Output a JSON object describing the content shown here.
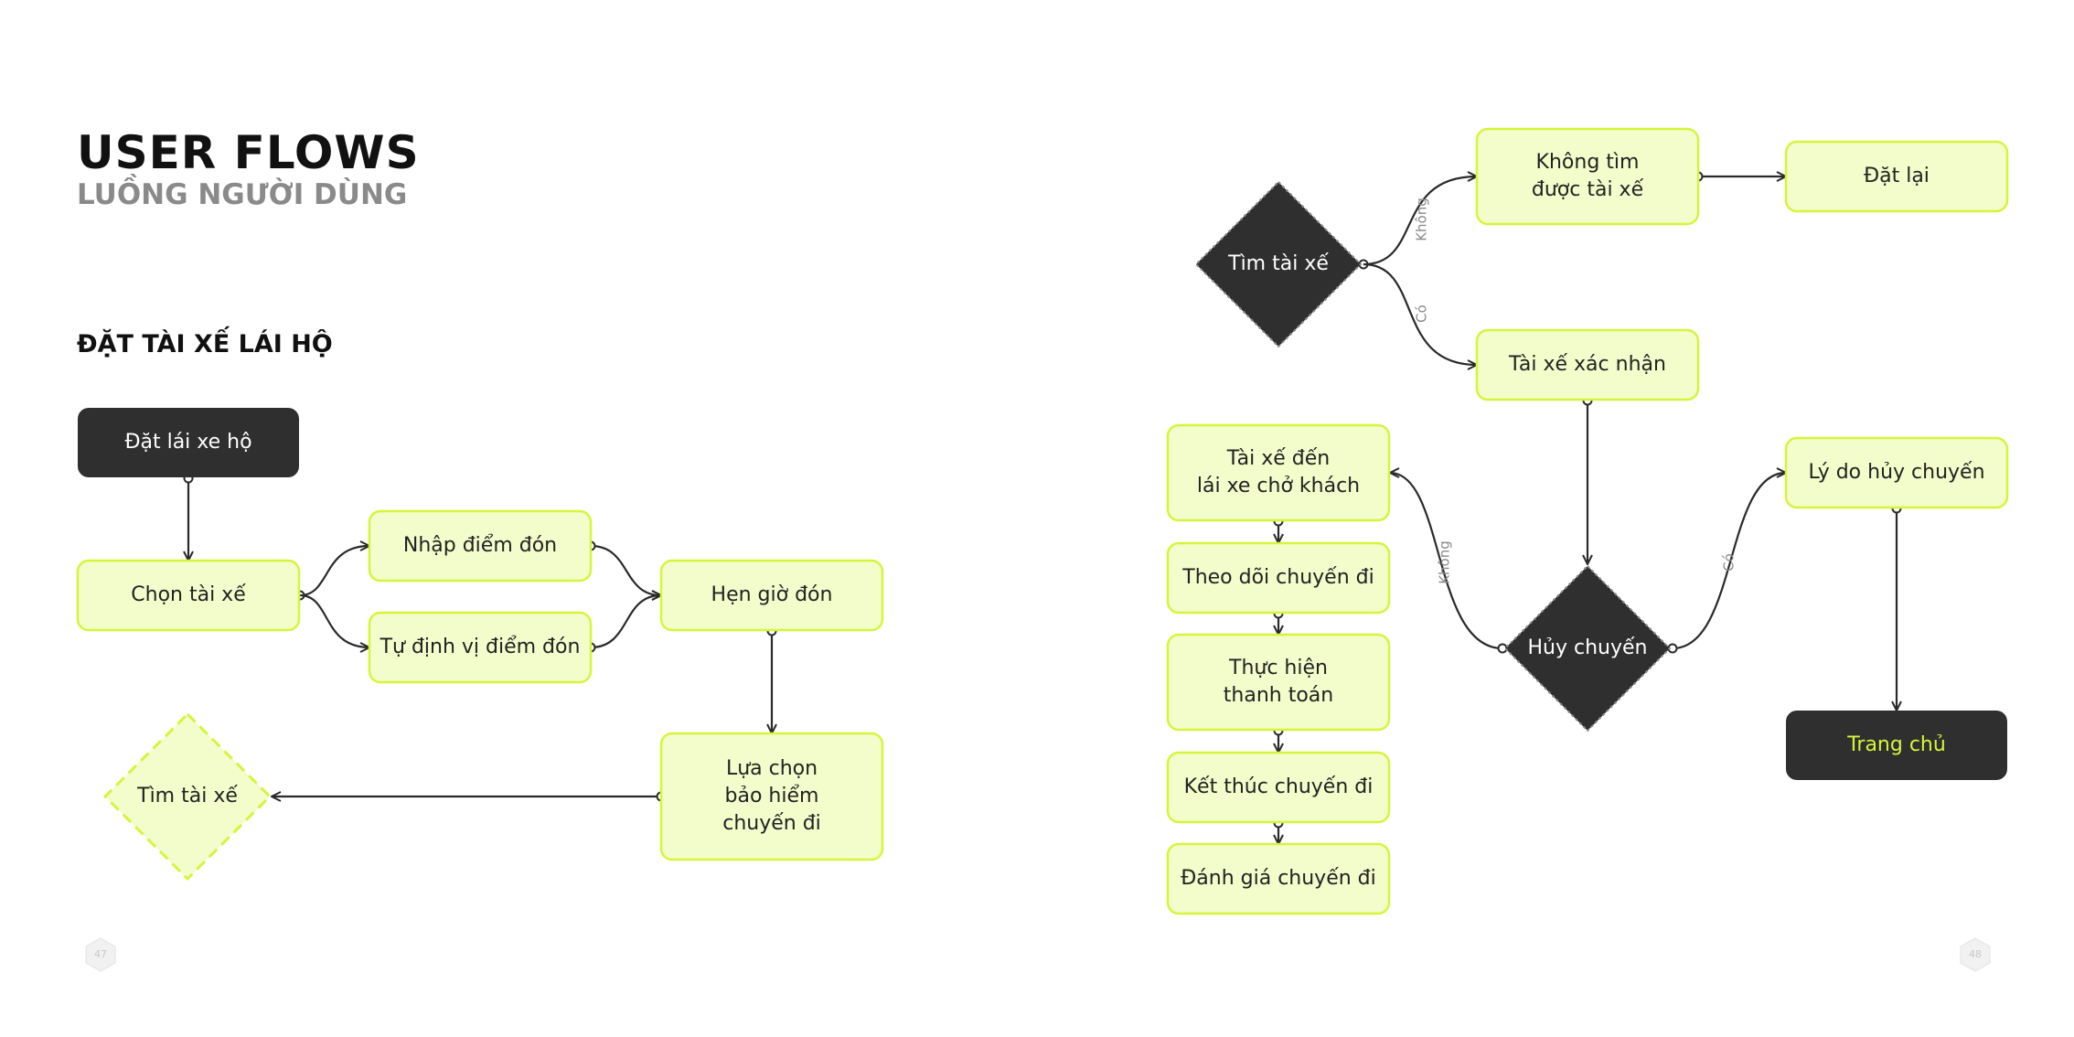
{
  "header": {
    "title": "USER FLOWS",
    "subtitle": "LUỒNG NGƯỜI DÙNG",
    "section": "ĐẶT TÀI XẾ LÁI HỘ"
  },
  "colors": {
    "accent": "#d6f53a",
    "node_fill": "#f3fccb",
    "dark": "#2f2f2f"
  },
  "nodes": [
    {
      "id": "dat-lai-xe-ho",
      "lines": [
        "Đặt lái xe hộ"
      ],
      "style": "dark"
    },
    {
      "id": "chon-tai-xe",
      "lines": [
        "Chọn tài xế"
      ],
      "style": "light"
    },
    {
      "id": "nhap-diem-don",
      "lines": [
        "Nhập điểm đón"
      ],
      "style": "light"
    },
    {
      "id": "tu-dinh-vi",
      "lines": [
        "Tự định vị điểm đón"
      ],
      "style": "light"
    },
    {
      "id": "hen-gio-don",
      "lines": [
        "Hẹn giờ đón"
      ],
      "style": "light"
    },
    {
      "id": "lua-chon-bao-hiem",
      "lines": [
        "Lựa chọn",
        "bảo hiểm",
        "chuyến đi"
      ],
      "style": "light"
    },
    {
      "id": "tim-tai-xe-left",
      "lines": [
        "Tìm tài xế"
      ],
      "style": "light-diamond"
    },
    {
      "id": "tim-tai-xe",
      "lines": [
        "Tìm tài xế"
      ],
      "style": "dark-diamond"
    },
    {
      "id": "khong-tim-duoc",
      "lines": [
        "Không tìm",
        "được tài xế"
      ],
      "style": "light"
    },
    {
      "id": "dat-lai",
      "lines": [
        "Đặt lại"
      ],
      "style": "light"
    },
    {
      "id": "tai-xe-xac-nhan",
      "lines": [
        "Tài xế xác nhận"
      ],
      "style": "light"
    },
    {
      "id": "huy-chuyen",
      "lines": [
        "Hủy chuyến"
      ],
      "style": "dark-diamond"
    },
    {
      "id": "ly-do-huy",
      "lines": [
        "Lý do hủy chuyến"
      ],
      "style": "light"
    },
    {
      "id": "trang-chu",
      "lines": [
        "Trang chủ"
      ],
      "style": "dark-accent"
    },
    {
      "id": "tai-xe-den",
      "lines": [
        "Tài xế đến",
        "lái xe chở khách"
      ],
      "style": "light"
    },
    {
      "id": "theo-doi",
      "lines": [
        "Theo dõi chuyến đi"
      ],
      "style": "light"
    },
    {
      "id": "thanh-toan",
      "lines": [
        "Thực hiện",
        "thanh toán"
      ],
      "style": "light"
    },
    {
      "id": "ket-thuc",
      "lines": [
        "Kết thúc chuyến đi"
      ],
      "style": "light"
    },
    {
      "id": "danh-gia",
      "lines": [
        "Đánh giá chuyến đi"
      ],
      "style": "light"
    }
  ],
  "edges": [
    {
      "from": "dat-lai-xe-ho",
      "to": "chon-tai-xe",
      "label": ""
    },
    {
      "from": "chon-tai-xe",
      "to": "nhap-diem-don",
      "label": ""
    },
    {
      "from": "chon-tai-xe",
      "to": "tu-dinh-vi",
      "label": ""
    },
    {
      "from": "nhap-diem-don",
      "to": "hen-gio-don",
      "label": ""
    },
    {
      "from": "tu-dinh-vi",
      "to": "hen-gio-don",
      "label": ""
    },
    {
      "from": "hen-gio-don",
      "to": "lua-chon-bao-hiem",
      "label": ""
    },
    {
      "from": "lua-chon-bao-hiem",
      "to": "tim-tai-xe-left",
      "label": ""
    },
    {
      "from": "tim-tai-xe",
      "to": "khong-tim-duoc",
      "label": "Không"
    },
    {
      "from": "tim-tai-xe",
      "to": "tai-xe-xac-nhan",
      "label": "Có"
    },
    {
      "from": "khong-tim-duoc",
      "to": "dat-lai",
      "label": ""
    },
    {
      "from": "tai-xe-xac-nhan",
      "to": "huy-chuyen",
      "label": ""
    },
    {
      "from": "huy-chuyen",
      "to": "ly-do-huy",
      "label": "Có"
    },
    {
      "from": "huy-chuyen",
      "to": "tai-xe-den",
      "label": "Không"
    },
    {
      "from": "ly-do-huy",
      "to": "trang-chu",
      "label": ""
    },
    {
      "from": "tai-xe-den",
      "to": "theo-doi",
      "label": ""
    },
    {
      "from": "theo-doi",
      "to": "thanh-toan",
      "label": ""
    },
    {
      "from": "thanh-toan",
      "to": "ket-thuc",
      "label": ""
    },
    {
      "from": "ket-thuc",
      "to": "danh-gia",
      "label": ""
    }
  ],
  "page_numbers": {
    "left": "47",
    "right": "48"
  }
}
